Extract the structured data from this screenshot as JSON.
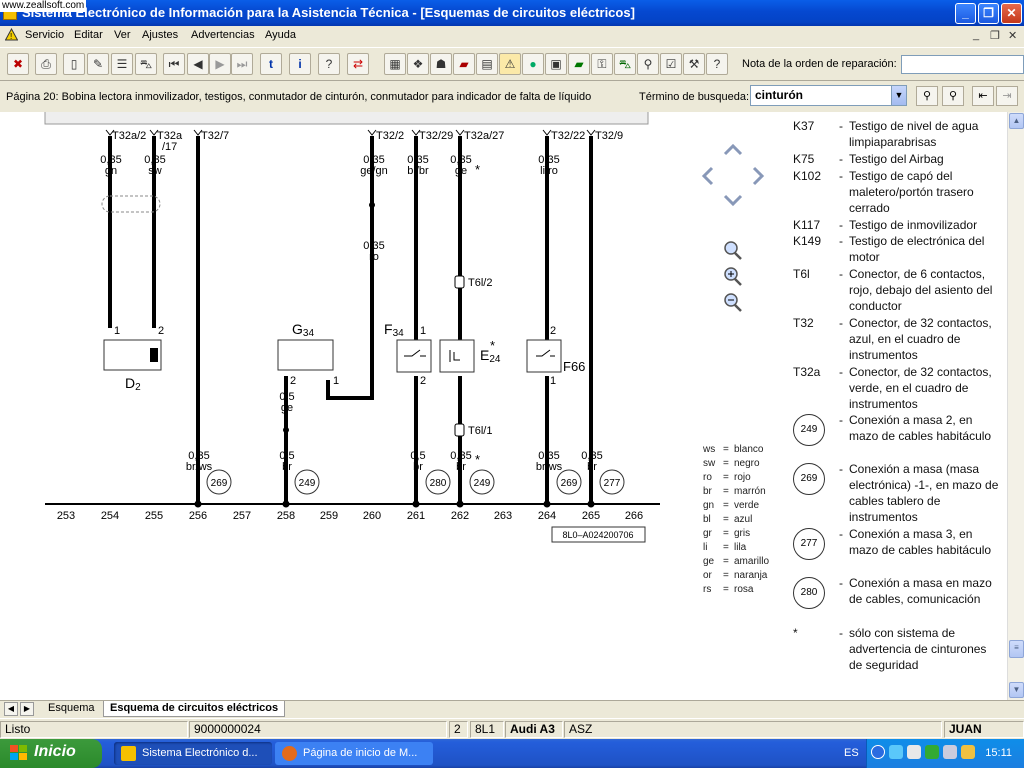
{
  "watermark": "www.zeallsoft.com",
  "window": {
    "title": "Sistema Electrónico de Información para la Asistencia Técnica - [Esquemas de circuitos eléctricos]"
  },
  "menu": [
    "Servicio",
    "Editar",
    "Ver",
    "Ajustes",
    "Advertencias",
    "Ayuda"
  ],
  "toolbar": {
    "note_label": "Nota de la orden de reparación:"
  },
  "infobar": {
    "page": "Página 20: Bobina lectora inmovilizador, testigos, conmutador de cinturón, conmutador para indicador de falta de líquido",
    "search_label": "Término de busqueda:",
    "search_value": "cinturón"
  },
  "diagram": {
    "connectors": [
      "T32a/2",
      "T32a",
      "/17",
      "T32/7",
      "T32/2",
      "T32/29",
      "T32a/27",
      "T32/22",
      "T32/9"
    ],
    "wires": [
      {
        "size": "0,35",
        "color": "gn"
      },
      {
        "size": "0,35",
        "color": "sw"
      },
      {
        "size": "0,35",
        "color": "ge/gn"
      },
      {
        "size": "0,35",
        "color": "bl/br"
      },
      {
        "size": "0,35",
        "color": "ge"
      },
      {
        "size": "0,35",
        "color": "li/ro"
      },
      {
        "size": "0,35",
        "color": "ro"
      },
      {
        "size": "0,5",
        "color": "ge"
      },
      {
        "size": "0,35",
        "color": "br/ws"
      },
      {
        "size": "0,5",
        "color": "br"
      },
      {
        "size": "0,5",
        "color": "br"
      },
      {
        "size": "0,35",
        "color": "br"
      },
      {
        "size": "0,35",
        "color": "br/ws"
      },
      {
        "size": "0,35",
        "color": "br"
      }
    ],
    "components": [
      "D",
      "2",
      "G",
      "34",
      "F",
      "34",
      "E",
      "24",
      "F66"
    ],
    "pins": [
      "1",
      "2",
      "2",
      "1",
      "1",
      "2",
      "2",
      "1"
    ],
    "plugs": [
      "T6l/2",
      "T6l/1"
    ],
    "star": "*",
    "masses": [
      "269",
      "249",
      "280",
      "249",
      "269",
      "277"
    ],
    "scale": [
      "253",
      "254",
      "255",
      "256",
      "257",
      "258",
      "259",
      "260",
      "261",
      "262",
      "263",
      "264",
      "265",
      "266"
    ],
    "ref": "8L0–A024200706"
  },
  "legend": [
    {
      "code": "K37",
      "desc": "Testigo de nivel de agua limpiaparabrisas"
    },
    {
      "code": "K75",
      "desc": "Testigo del Airbag"
    },
    {
      "code": "K102",
      "desc": "Testigo de capó del maletero/portón trasero cerrado"
    },
    {
      "code": "K117",
      "desc": "Testigo de inmovilizador"
    },
    {
      "code": "K149",
      "desc": "Testigo de electrónica del motor"
    },
    {
      "code": "T6l",
      "desc": "Conector, de 6 contactos, rojo, debajo del asiento del conductor"
    },
    {
      "code": "T32",
      "desc": "Conector, de 32 contactos, azul, en el cuadro de instrumentos"
    },
    {
      "code": "T32a",
      "desc": "Conector, de 32 contactos, verde, en el cuadro de instrumentos"
    }
  ],
  "legend_masses": [
    {
      "code": "249",
      "desc": "Conexión a masa 2, en mazo de cables habitáculo"
    },
    {
      "code": "269",
      "desc": "Conexión a masa (masa electrónica) -1-, en mazo de cables tablero de instrumentos"
    },
    {
      "code": "277",
      "desc": "Conexión a masa 3, en mazo de cables habitáculo"
    },
    {
      "code": "280",
      "desc": "Conexión a masa en mazo de cables, comunicación"
    }
  ],
  "legend_note": {
    "code": "*",
    "desc": "sólo con sistema de advertencia de cinturones de seguridad"
  },
  "colors": [
    {
      "abbr": "ws",
      "name": "blanco"
    },
    {
      "abbr": "sw",
      "name": "negro"
    },
    {
      "abbr": "ro",
      "name": "rojo"
    },
    {
      "abbr": "br",
      "name": "marrón"
    },
    {
      "abbr": "gn",
      "name": "verde"
    },
    {
      "abbr": "bl",
      "name": "azul"
    },
    {
      "abbr": "gr",
      "name": "gris"
    },
    {
      "abbr": "li",
      "name": "lila"
    },
    {
      "abbr": "ge",
      "name": "amarillo"
    },
    {
      "abbr": "or",
      "name": "naranja"
    },
    {
      "abbr": "rs",
      "name": "rosa"
    }
  ],
  "tabs": [
    "Esquema",
    "Esquema de circuitos eléctricos"
  ],
  "status": [
    "Listo",
    "9000000024",
    "2",
    "8L1",
    "Audi A3",
    "ASZ",
    "JUAN"
  ],
  "taskbar": {
    "start": "Inicio",
    "tasks": [
      "Sistema Electrónico d...",
      "Página de inicio de M..."
    ],
    "lang": "ES",
    "clock": "15:11"
  }
}
